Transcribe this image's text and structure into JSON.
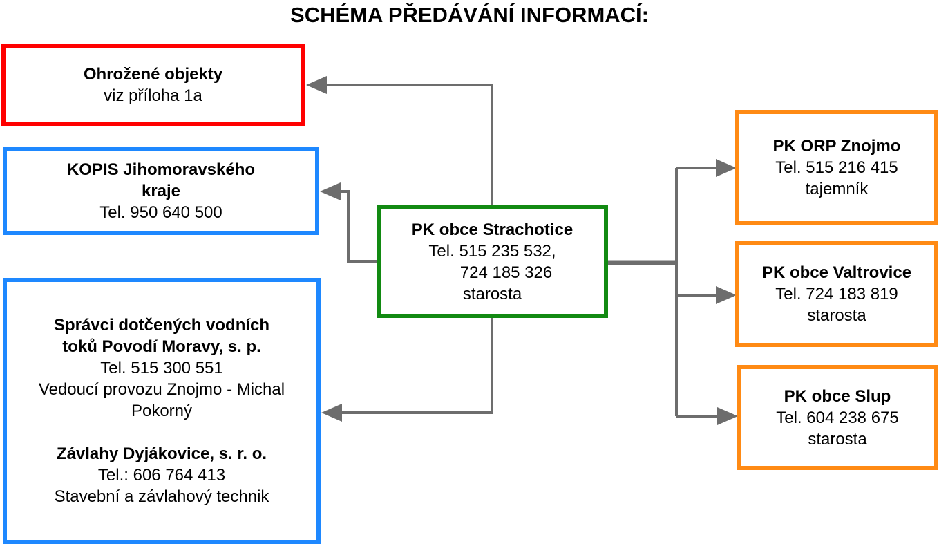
{
  "title": "SCHÉMA PŘEDÁVÁNÍ INFORMACÍ:",
  "colors": {
    "threatened_border": "#ff0000",
    "regional_border": "#1e88ff",
    "center_border": "#128a12",
    "municipal_border": "#ff8a14",
    "connector": "#6d6d6d"
  },
  "threatened": {
    "heading": "Ohrožené objekty",
    "note": "viz příloha 1a"
  },
  "kopis": {
    "heading_line1": "KOPIS Jihomoravského",
    "heading_line2": "kraje",
    "phone": "Tel. 950 640 500"
  },
  "water": {
    "org1_line1": "Správci dotčených vodních",
    "org1_line2": "toků Povodí Moravy, s. p.",
    "org1_phone": "Tel. 515 300 551",
    "org1_contact_line1": "Vedoucí provozu Znojmo - Michal",
    "org1_contact_line2": "Pokorný",
    "org2_name": "Závlahy Dyjákovice, s. r. o.",
    "org2_phone": "Tel.: 606 764 413",
    "org2_contact": "Stavební a závlahový technik"
  },
  "center": {
    "heading": "PK obce Strachotice",
    "phone_line1": "Tel. 515 235 532,",
    "phone_line2": "724 185 326",
    "role": "starosta"
  },
  "orp": {
    "heading": "PK ORP Znojmo",
    "phone": "Tel. 515 216 415",
    "role": "tajemník"
  },
  "valtrovice": {
    "heading": "PK obce Valtrovice",
    "phone": "Tel. 724 183 819",
    "role": "starosta"
  },
  "slup": {
    "heading": "PK obce Slup",
    "phone": "Tel. 604 238 675",
    "role": "starosta"
  }
}
